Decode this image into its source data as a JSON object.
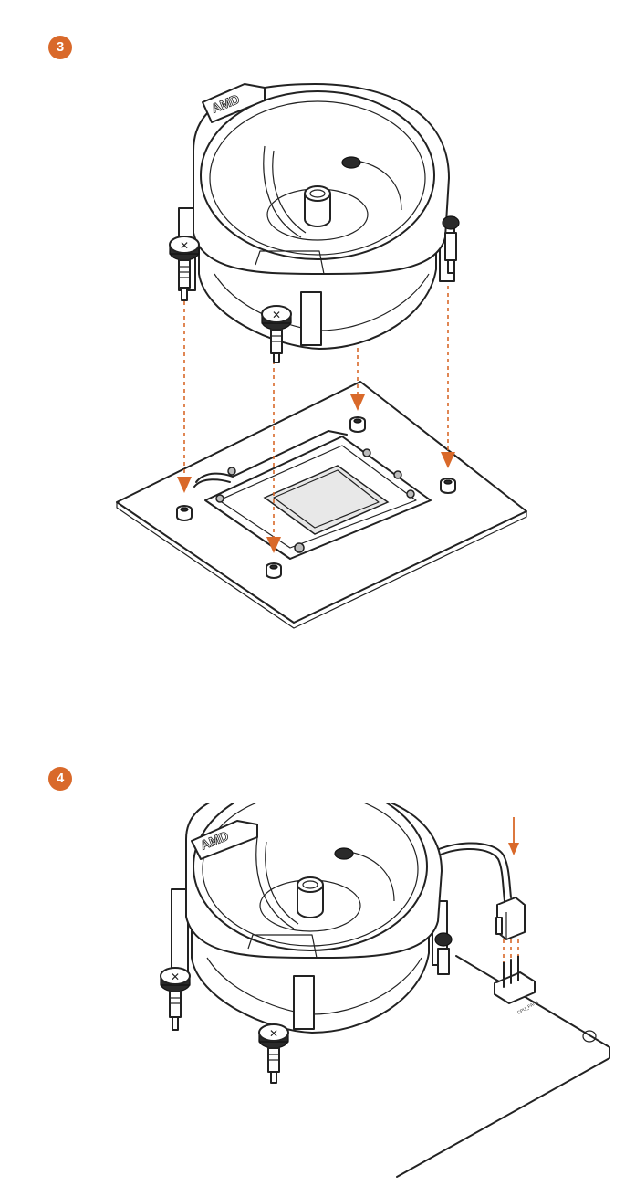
{
  "steps": [
    {
      "number": "3",
      "brand_text": "AMD"
    },
    {
      "number": "4",
      "brand_text": "AMD",
      "header_label": "CPU_FAN1"
    }
  ],
  "colors": {
    "accent": "#d9692a",
    "line": "#222222",
    "badge_text": "#ffffff"
  },
  "icons": [
    "screw-icon",
    "down-arrow-icon"
  ]
}
